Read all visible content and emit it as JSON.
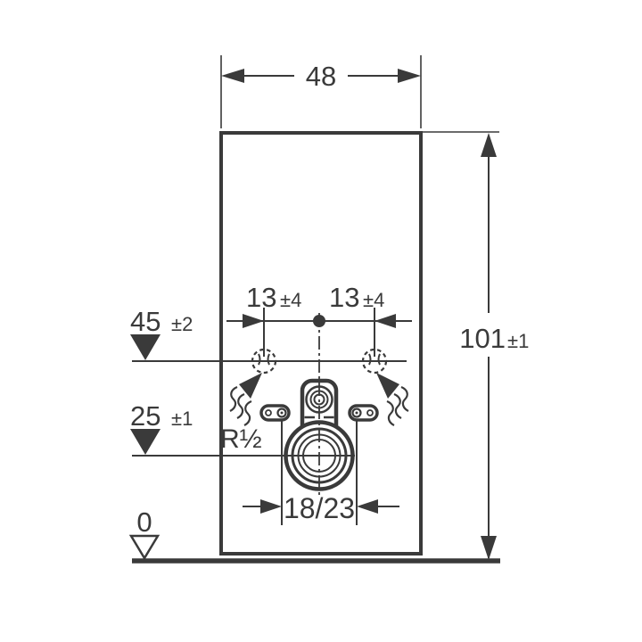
{
  "colors": {
    "line": "#3a3a3a",
    "background": "#ffffff"
  },
  "dimensions": {
    "width": {
      "value": "48"
    },
    "height": {
      "value": "101",
      "tolerance": "±1"
    },
    "level_supply": {
      "value": "45",
      "tolerance": "±2"
    },
    "level_drain": {
      "value": "25",
      "tolerance": "±1"
    },
    "level_floor": {
      "value": "0"
    },
    "offset_left": {
      "value": "13",
      "tolerance": "±4"
    },
    "offset_right": {
      "value": "13",
      "tolerance": "±4"
    },
    "drain_offset": {
      "value": "18/23"
    },
    "thread_size": {
      "value": "R½"
    }
  }
}
